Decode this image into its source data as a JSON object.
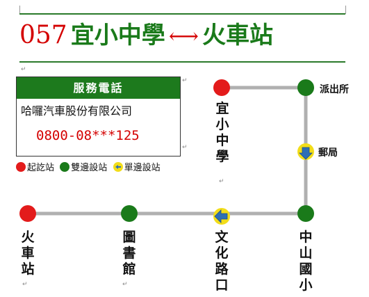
{
  "title": {
    "route_number": "057",
    "origin": "宜小中學",
    "arrow": "⟷",
    "destination": "火車站"
  },
  "service": {
    "heading": "服務電話",
    "company": "哈囉汽車股份有限公司",
    "phone": "0800-08***125"
  },
  "legend": {
    "start": "起訖站",
    "both": "雙邊設站",
    "single": "單邊設站"
  },
  "stops": {
    "yixiao": "宜小中學",
    "police": "派出所",
    "post": "郵局",
    "zhongshan": "中山國小",
    "wenhua": "文化路口",
    "library": "圖書館",
    "station": "火車站"
  },
  "colors": {
    "terminal": "#e31b1b",
    "bidirectional": "#1a7a1a",
    "one_way_fill": "#f2dd1a",
    "one_way_arrow": "#2e6fb5",
    "line": "#b0b0b0",
    "title_green": "#1a7a1a",
    "title_red": "#d40000"
  }
}
